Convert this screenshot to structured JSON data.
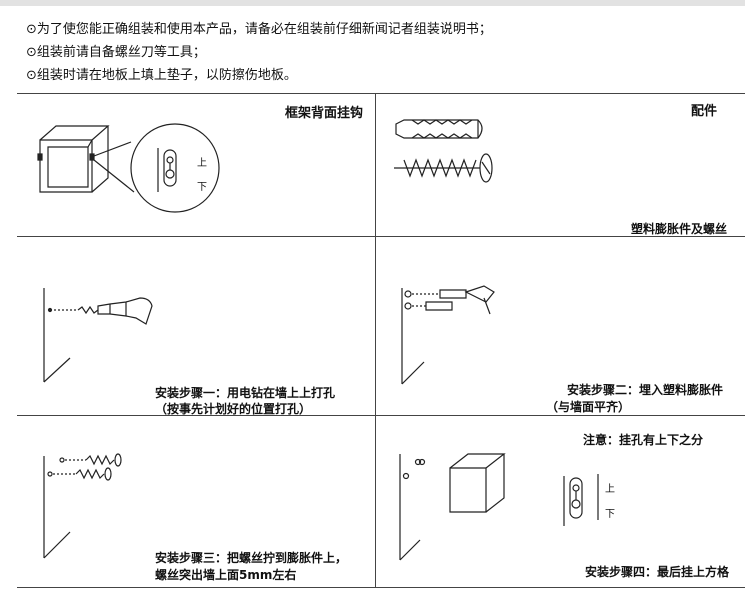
{
  "notes": [
    "⊙为了使您能正确组装和使用本产品，请备必在组装前仔细新闻记者组装说明书；",
    "⊙组装前请自备螺丝刀等工具；",
    "⊙组装时请在地板上填上垫子，以防擦伤地板。"
  ],
  "panels": {
    "hook": {
      "title": "框架背面挂钩",
      "up": "上",
      "down": "下"
    },
    "parts": {
      "title": "配件",
      "caption": "塑料膨胀件及螺丝"
    },
    "step1": {
      "line1": "安装步骤一：用电钻在墙上上打孔",
      "line2": "（按事先计划好的位置打孔）"
    },
    "step2": {
      "line1": "安装步骤二：埋入塑料膨胀件",
      "line2": "（与墙面平齐）"
    },
    "step3": {
      "line1": "安装步骤三：把螺丝拧到膨胀件上，",
      "line2": "螺丝突出墙上面5mm左右"
    },
    "step4": {
      "note": "注意：挂孔有上下之分",
      "up": "上",
      "down": "下",
      "caption": "安装步骤四：最后挂上方格"
    }
  }
}
